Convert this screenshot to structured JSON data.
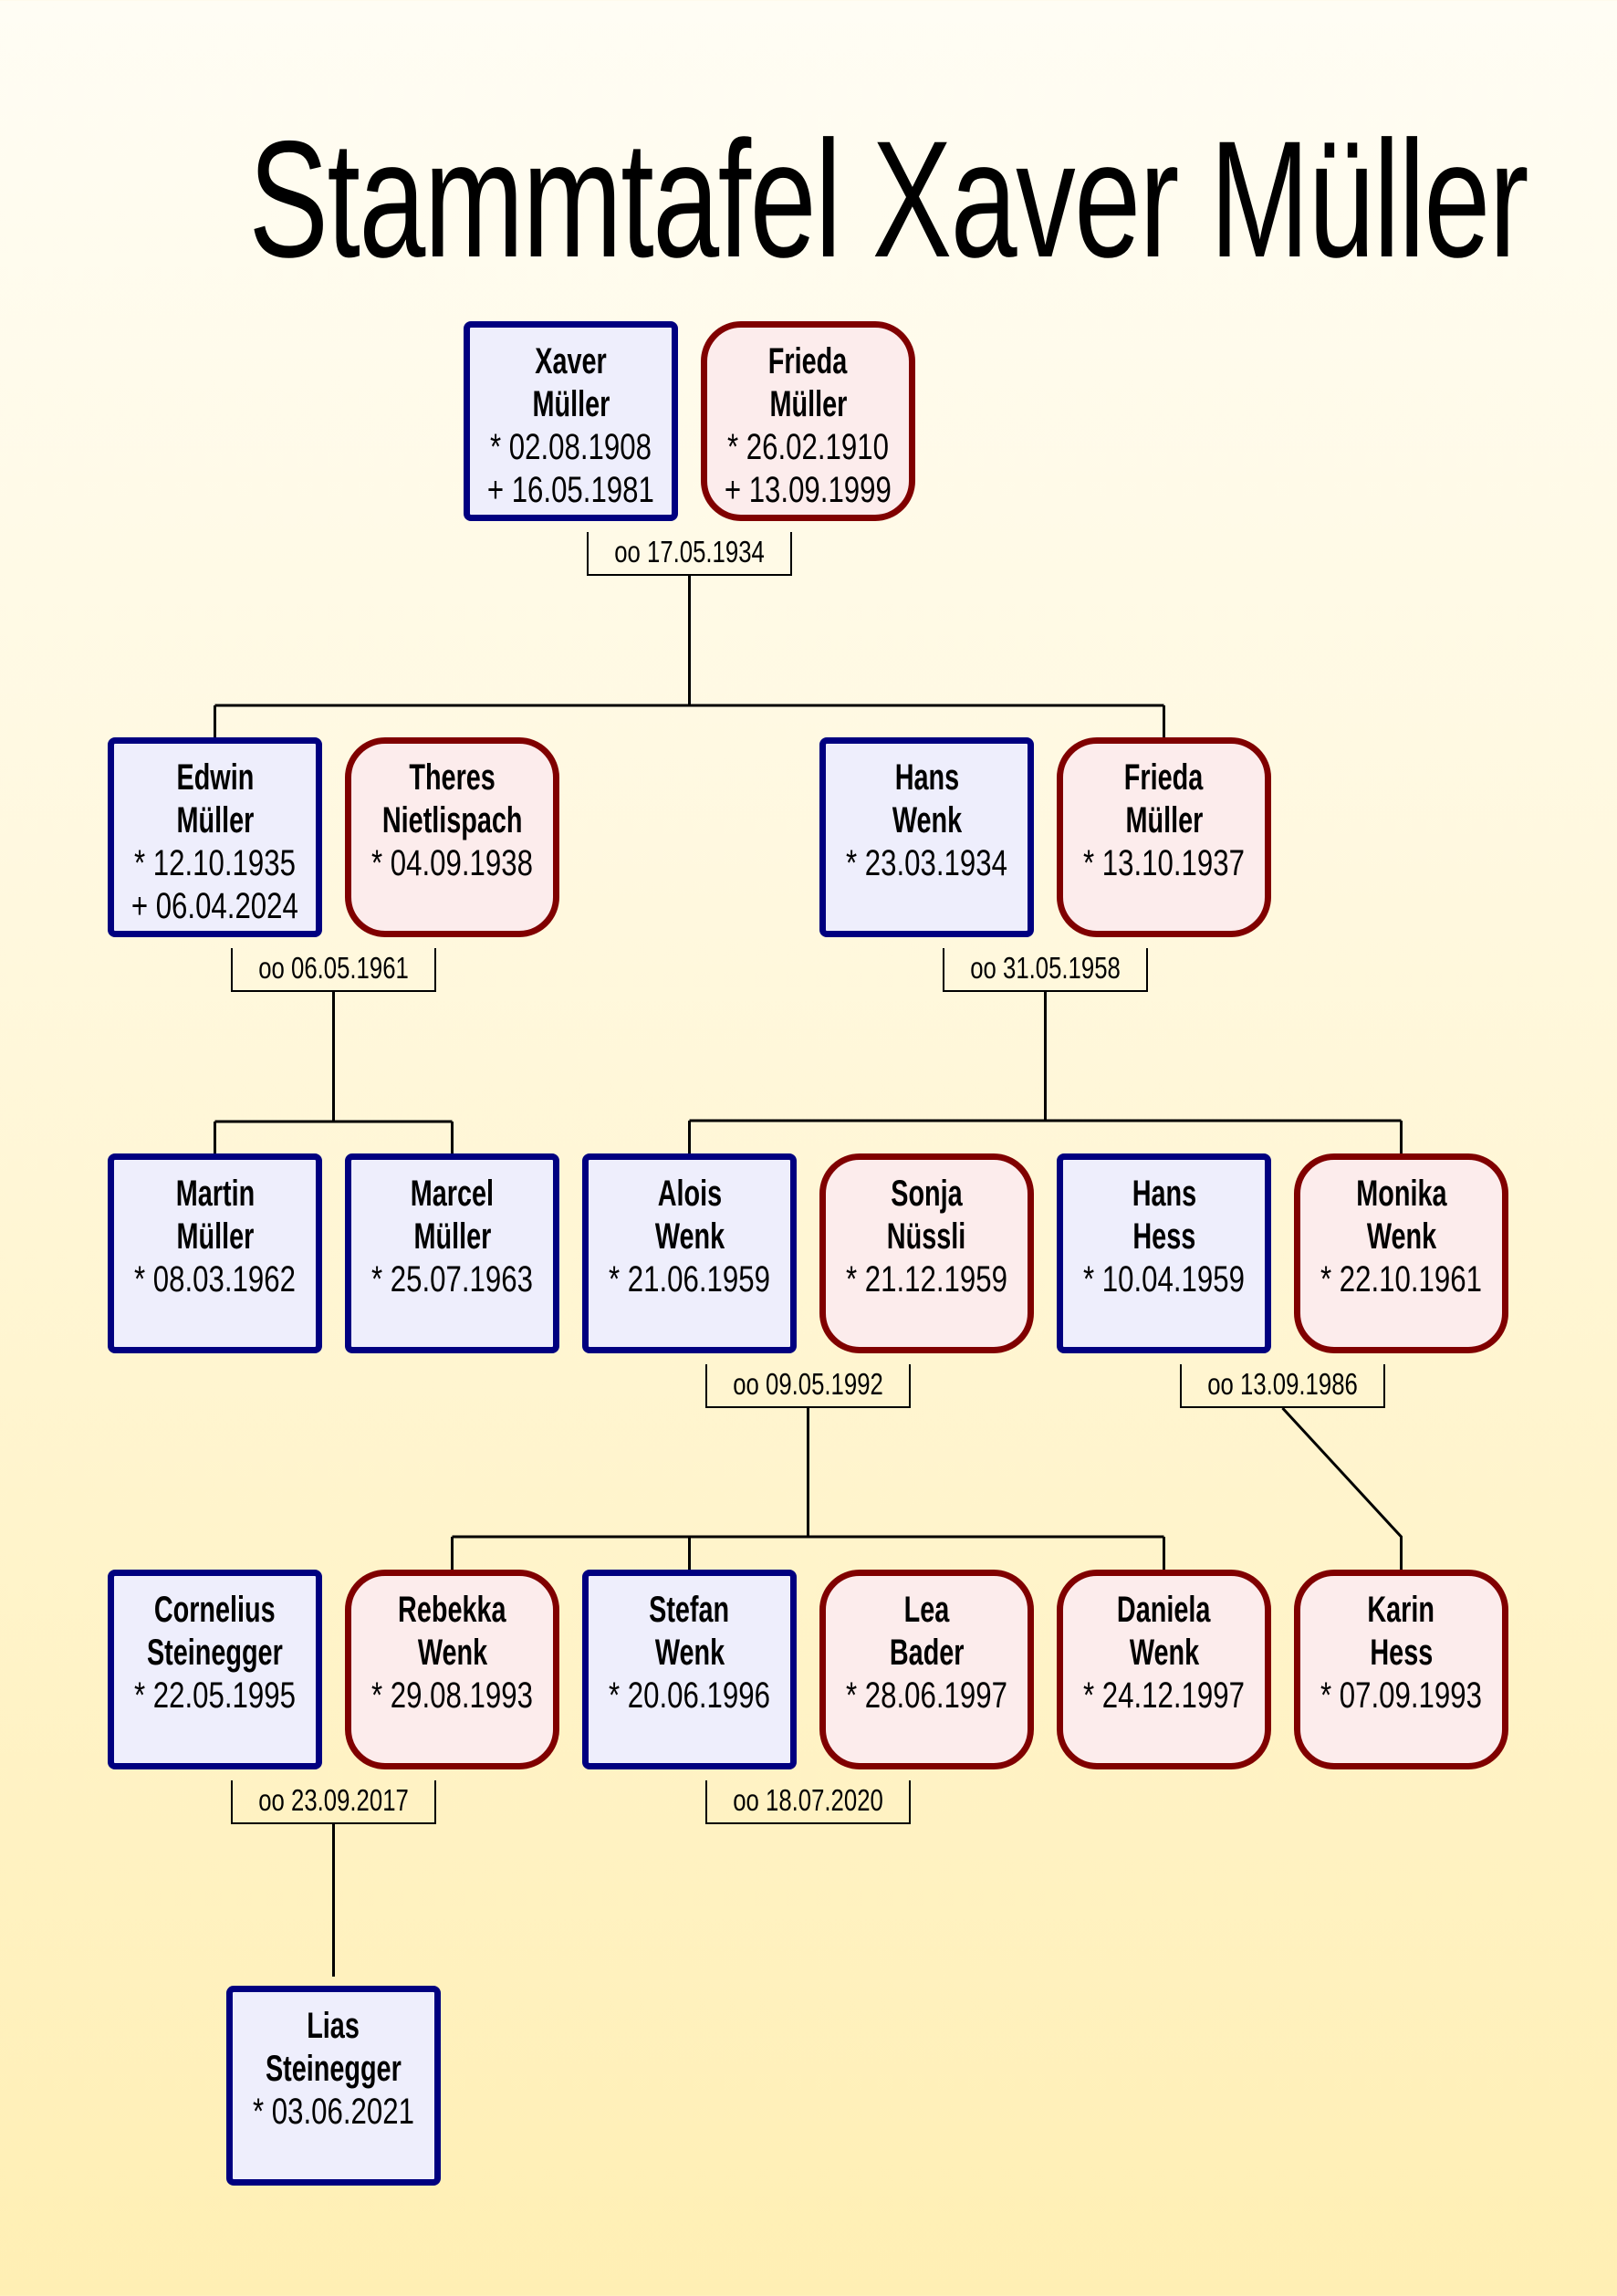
{
  "title": "Stammtafel Xaver Müller",
  "colors": {
    "male_border": "#000080",
    "male_fill": "#eeeefc",
    "female_border": "#800000",
    "female_fill": "#fcecec"
  },
  "persons": {
    "xaver": {
      "first": "Xaver",
      "last": "Müller",
      "born": "* 02.08.1908",
      "died": "+ 16.05.1981",
      "sex": "m"
    },
    "frieda_sr": {
      "first": "Frieda",
      "last": "Müller",
      "born": "* 26.02.1910",
      "died": "+ 13.09.1999",
      "sex": "f"
    },
    "edwin": {
      "first": "Edwin",
      "last": "Müller",
      "born": "* 12.10.1935",
      "died": "+ 06.04.2024",
      "sex": "m"
    },
    "theres": {
      "first": "Theres",
      "last": "Nietlispach",
      "born": "* 04.09.1938",
      "sex": "f"
    },
    "hans_wenk": {
      "first": "Hans",
      "last": "Wenk",
      "born": "* 23.03.1934",
      "sex": "m"
    },
    "frieda_jr": {
      "first": "Frieda",
      "last": "Müller",
      "born": "* 13.10.1937",
      "sex": "f"
    },
    "martin": {
      "first": "Martin",
      "last": "Müller",
      "born": "* 08.03.1962",
      "sex": "m"
    },
    "marcel": {
      "first": "Marcel",
      "last": "Müller",
      "born": "* 25.07.1963",
      "sex": "m"
    },
    "alois": {
      "first": "Alois",
      "last": "Wenk",
      "born": "* 21.06.1959",
      "sex": "m"
    },
    "sonja": {
      "first": "Sonja",
      "last": "Nüssli",
      "born": "* 21.12.1959",
      "sex": "f"
    },
    "hans_hess": {
      "first": "Hans",
      "last": "Hess",
      "born": "* 10.04.1959",
      "sex": "m"
    },
    "monika": {
      "first": "Monika",
      "last": "Wenk",
      "born": "* 22.10.1961",
      "sex": "f"
    },
    "cornelius": {
      "first": "Cornelius",
      "last": "Steinegger",
      "born": "* 22.05.1995",
      "sex": "m"
    },
    "rebekka": {
      "first": "Rebekka",
      "last": "Wenk",
      "born": "* 29.08.1993",
      "sex": "f"
    },
    "stefan": {
      "first": "Stefan",
      "last": "Wenk",
      "born": "* 20.06.1996",
      "sex": "m"
    },
    "lea": {
      "first": "Lea",
      "last": "Bader",
      "born": "* 28.06.1997",
      "sex": "f"
    },
    "daniela": {
      "first": "Daniela",
      "last": "Wenk",
      "born": "* 24.12.1997",
      "sex": "f"
    },
    "karin": {
      "first": "Karin",
      "last": "Hess",
      "born": "* 07.09.1993",
      "sex": "f"
    },
    "lias": {
      "first": "Lias",
      "last": "Steinegger",
      "born": "* 03.06.2021",
      "sex": "m"
    }
  },
  "marriages": {
    "xaver_frieda": "oo 17.05.1934",
    "edwin_theres": "oo 06.05.1961",
    "hans_frieda": "oo 31.05.1958",
    "alois_sonja": "oo 09.05.1992",
    "hans_monika": "oo 13.09.1986",
    "cornelius_rebekka": "oo 23.09.2017",
    "stefan_lea": "oo 18.07.2020"
  }
}
